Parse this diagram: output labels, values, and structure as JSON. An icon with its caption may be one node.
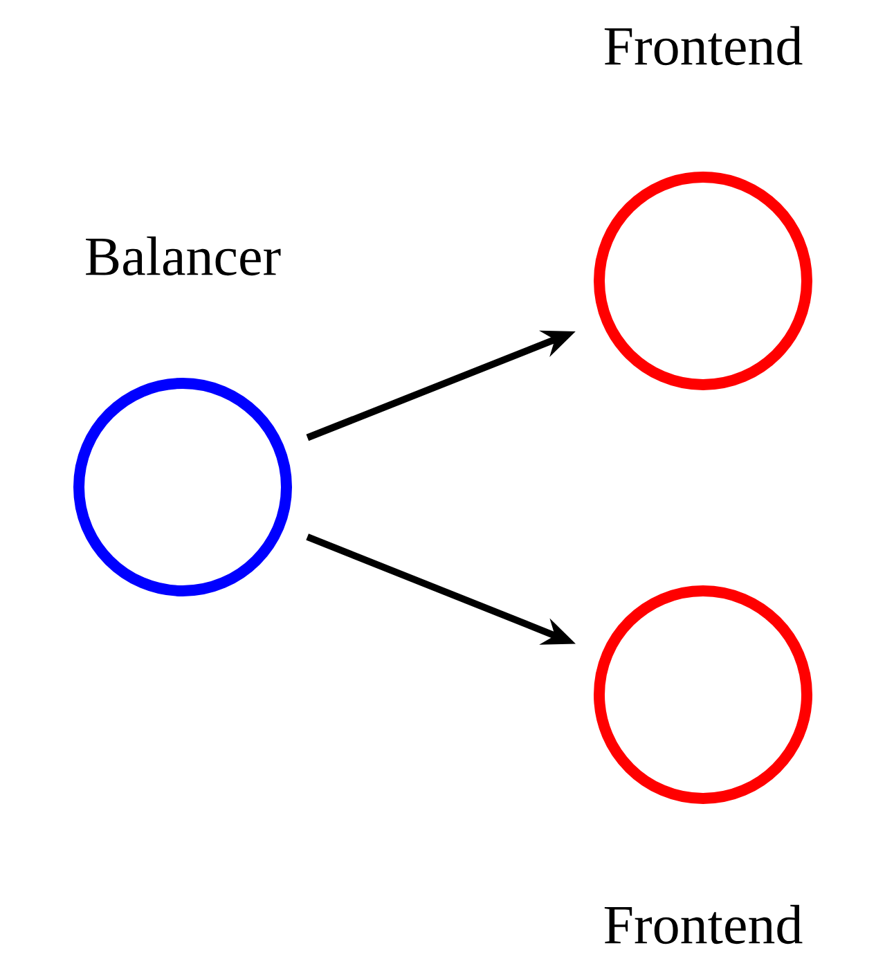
{
  "diagram": {
    "nodes": [
      {
        "text": [
          "Balancer"
        ]
      },
      {
        "text": [
          "Frontend"
        ]
      },
      {
        "text": [
          "Frontend"
        ]
      }
    ],
    "edges": [
      {
        "from": 0,
        "to": 1,
        "arrow": "to"
      },
      {
        "from": 0,
        "to": 2,
        "arrow": "to"
      }
    ]
  }
}
